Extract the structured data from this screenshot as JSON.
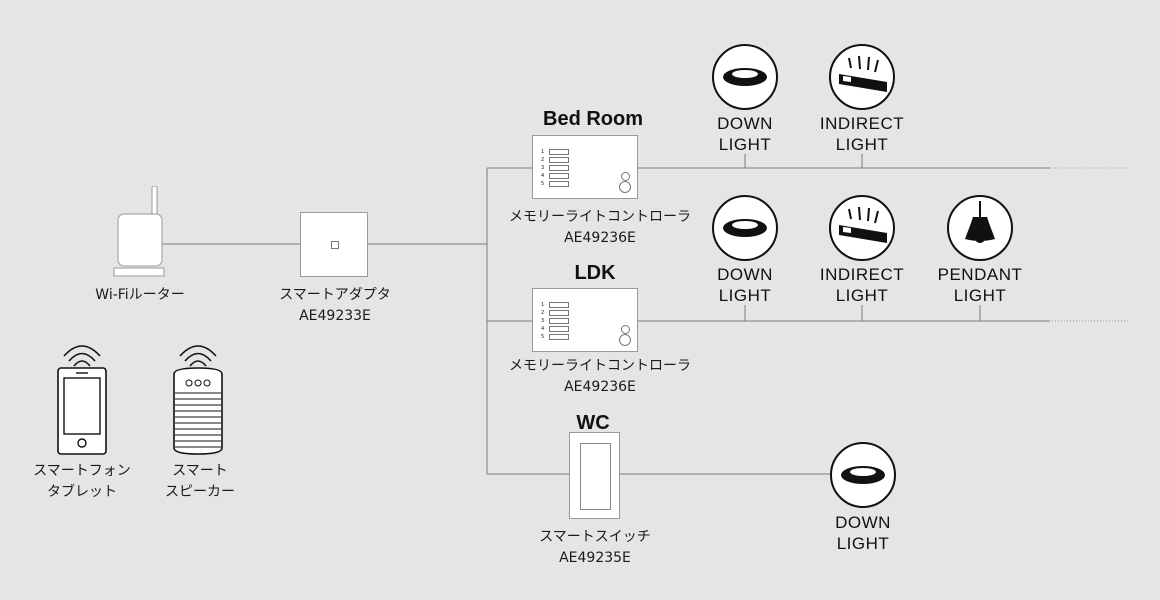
{
  "devices": {
    "router": {
      "label": "Wi-Fiルーター"
    },
    "adapter": {
      "name": "スマートアダプタ",
      "model": "AE49233E"
    },
    "smartphone": {
      "line1": "スマートフォン",
      "line2": "タブレット"
    },
    "speaker": {
      "line1": "スマート",
      "line2": "スピーカー"
    }
  },
  "rooms": {
    "bedroom": {
      "title": "Bed Room",
      "controller": {
        "name": "メモリーライトコントローラ",
        "model": "AE49236E"
      },
      "lights": [
        {
          "line1": "DOWN",
          "line2": "LIGHT",
          "icon": "downlight-icon"
        },
        {
          "line1": "INDIRECT",
          "line2": "LIGHT",
          "icon": "indirect-light-icon"
        }
      ]
    },
    "ldk": {
      "title": "LDK",
      "controller": {
        "name": "メモリーライトコントローラ",
        "model": "AE49236E"
      },
      "lights": [
        {
          "line1": "DOWN",
          "line2": "LIGHT",
          "icon": "downlight-icon"
        },
        {
          "line1": "INDIRECT",
          "line2": "LIGHT",
          "icon": "indirect-light-icon"
        },
        {
          "line1": "PENDANT",
          "line2": "LIGHT",
          "icon": "pendant-light-icon"
        }
      ]
    },
    "wc": {
      "title": "WC",
      "switch": {
        "name": "スマートスイッチ",
        "model": "AE49235E"
      },
      "lights": [
        {
          "line1": "DOWN",
          "line2": "LIGHT",
          "icon": "downlight-icon"
        }
      ]
    }
  },
  "controller_buttons": [
    "1",
    "2",
    "3",
    "4",
    "5"
  ],
  "colors": {
    "background": "#e5e5e4",
    "line": "#7a7a7a",
    "icon": "#111111"
  }
}
